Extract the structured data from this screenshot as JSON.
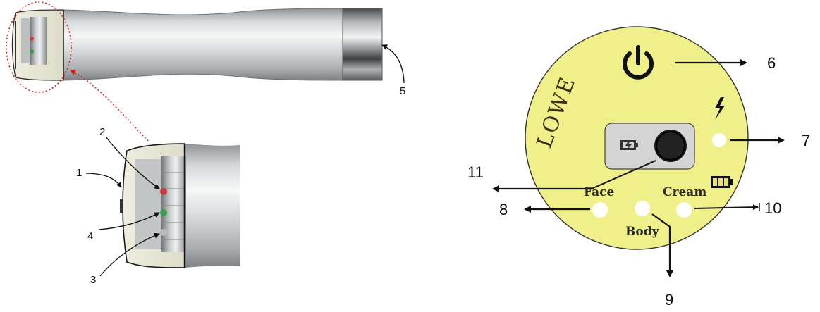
{
  "device": {
    "callouts": {
      "c1": "1",
      "c2": "2",
      "c3": "3",
      "c4": "4",
      "c5": "5"
    }
  },
  "panel": {
    "brand": "LOWE",
    "face_label": "Face",
    "body_label": "Body",
    "cream_label": "Cream",
    "callouts": {
      "c6": "6",
      "c7": "7",
      "c8": "8",
      "c9": "9",
      "c10": "10",
      "c11": "11"
    },
    "colors": {
      "panel_fill": "#f0f08a",
      "indicator_fill": "#ffffff",
      "icon_color": "#111111"
    },
    "icons": [
      "power-icon",
      "lightning-icon",
      "battery-full-icon",
      "charging-battery-icon"
    ]
  }
}
